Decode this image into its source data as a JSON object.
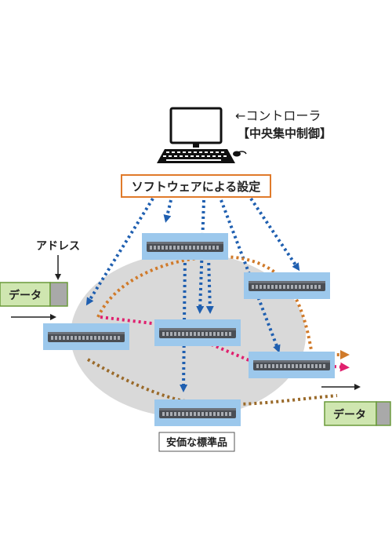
{
  "controller": {
    "label": "←コントローラ",
    "sublabel": "【中央集中制御】"
  },
  "software": {
    "label": "ソフトウェアによる設定"
  },
  "address": {
    "label": "アドレス"
  },
  "packet_in": {
    "label": "データ"
  },
  "packet_out": {
    "label": "データ"
  },
  "network": {
    "label": "安価な標準品"
  },
  "colors": {
    "control_arrow": "#1f5fb0",
    "flow_orange": "#d07a2a",
    "flow_pink": "#e0206e",
    "flow_brown": "#9a6a2a",
    "cloud": "#d9d9d9",
    "switch_bg": "#9cc8ec",
    "switch_body": "#4a4e54",
    "software_border": "#e07a2a",
    "data_green": "#cfe6b0",
    "data_green_border": "#6a9a3a"
  },
  "icons": [
    "computer-icon",
    "switch-icon",
    "arrow-icon"
  ]
}
